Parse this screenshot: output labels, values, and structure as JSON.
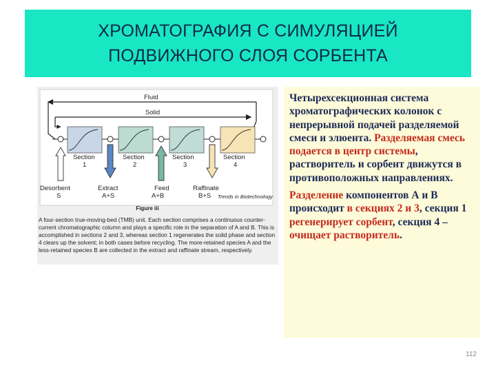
{
  "slide": {
    "title_lines": [
      "ХРОМАТОГРАФИЯ С СИМУЛЯЦИЕЙ",
      "ПОДВИЖНОГО СЛОЯ СОРБЕНТА"
    ],
    "page_number": "112"
  },
  "figure": {
    "fluid_label": "Fluid",
    "solid_label": "Solid",
    "sections": [
      {
        "name": "Section",
        "number": "1",
        "color": "#c8d6e8"
      },
      {
        "name": "Section",
        "number": "2",
        "color": "#bcdcd2"
      },
      {
        "name": "Section",
        "number": "3",
        "color": "#bfdcd6"
      },
      {
        "name": "Section",
        "number": "4",
        "color": "#f6e4b6"
      }
    ],
    "streams": [
      {
        "name": "Desorbent",
        "content": "S",
        "arrow_color": "#ffffff",
        "direction": "in"
      },
      {
        "name": "Extract",
        "content": "A+S",
        "arrow_color": "#5b86c6",
        "direction": "out"
      },
      {
        "name": "Feed",
        "content": "A+B",
        "arrow_color": "#7ab8a6",
        "direction": "in"
      },
      {
        "name": "Raffinate",
        "content": "B+S",
        "arrow_color": "#f6e4b6",
        "direction": "out"
      }
    ],
    "source": "Trends in Biotechnology",
    "figure_label": "Figure iii",
    "caption": "A four-section true-moving-bed (TMB) unit. Each section comprises a continuous counter-current chromatographic column and plays a specific role in the separation of A and B. This is accomplished in sections 2 and 3, whereas section 1 regenerates the solid phase and section 4 clears up the solvent; in both cases before recycling. The more-retained species A and the less-retained species B are collected in the extract and raffinate stream, respectively."
  },
  "text_panel": {
    "paragraph_1": [
      {
        "text": "Четырехсекционная система хроматографических колонок с непрерывной подачей разделяемой смеси и элюента. ",
        "color": "blue"
      },
      {
        "text": "Разделяемая смесь подается в центр системы",
        "color": "red"
      },
      {
        "text": ", растворитель и сорбент движутся в противоположных направлениях.",
        "color": "blue"
      }
    ],
    "paragraph_2": [
      {
        "text": "Разделение",
        "color": "red"
      },
      {
        "text": " компонентов А и В происходит ",
        "color": "blue"
      },
      {
        "text": "в секциях 2 и 3",
        "color": "red"
      },
      {
        "text": ", секция 1 ",
        "color": "blue"
      },
      {
        "text": "регенерирует сорбент",
        "color": "red"
      },
      {
        "text": ", секция 4 – ",
        "color": "blue"
      },
      {
        "text": "очищает растворитель",
        "color": "red"
      },
      {
        "text": ".",
        "color": "blue"
      }
    ]
  },
  "colors": {
    "title_banner": "#19e6c3",
    "title_text": "#0d2a4a",
    "text_panel_bg": "#fdfbd9",
    "text_blue": "#1e2a56",
    "text_red": "#c42a1e"
  }
}
